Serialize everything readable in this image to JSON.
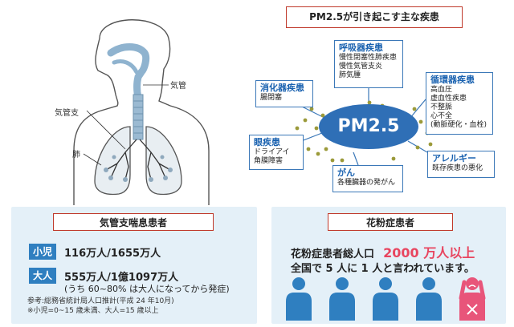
{
  "anatomy": {
    "labels": {
      "trachea": "気管",
      "bronchus": "気管支",
      "lung": "肺"
    }
  },
  "pm_diagram": {
    "title": "PM2.5が引き起こす主な疾患",
    "center": "PM2.5",
    "diseases": [
      {
        "name": "呼吸器疾患",
        "items": [
          "慢性閉塞性肺疾患",
          "慢性気管支炎",
          "肺気腫"
        ]
      },
      {
        "name": "消化器疾患",
        "items": [
          "腸閉塞"
        ]
      },
      {
        "name": "循環器疾患",
        "items": [
          "高血圧",
          "虚血性疾患",
          "不整脈",
          "心不全",
          "(動脈硬化・血栓)"
        ]
      },
      {
        "name": "眼疾患",
        "items": [
          "ドライアイ",
          "角膜障害"
        ]
      },
      {
        "name": "アレルギー",
        "items": [
          "既存疾患の悪化"
        ]
      },
      {
        "name": "がん",
        "items": [
          "各種臓器の発がん"
        ]
      }
    ],
    "colors": {
      "center": "#2f6fb6",
      "box_border": "#3b78b8",
      "heading": "#1a62b0",
      "particles": "#9b9a3a"
    }
  },
  "asthma": {
    "title": "気管支喘息患者",
    "rows": [
      {
        "tag": "小児",
        "text": "116万人/1655万人"
      },
      {
        "tag": "大人",
        "text": "555万人/1億1097万人",
        "sub": "(うち 60~80% は大人になってから発症)"
      }
    ],
    "notes": [
      "参考:総務省統計局人口推計(平成 24 年10月)",
      "※小児=0~15 歳未満、大人=15 歳以上"
    ]
  },
  "hayfever": {
    "title": "花粉症患者",
    "line1_prefix": "花粉症患者総人口",
    "line1_highlight": "2000 万人以上",
    "line2": "全国で 5 人に 1 人と言われています。",
    "people_total": 5,
    "people_highlighted": 1,
    "colors": {
      "person": "#2f7fc0",
      "highlight": "#e8557a",
      "highlight_text": "#e8455f"
    }
  }
}
